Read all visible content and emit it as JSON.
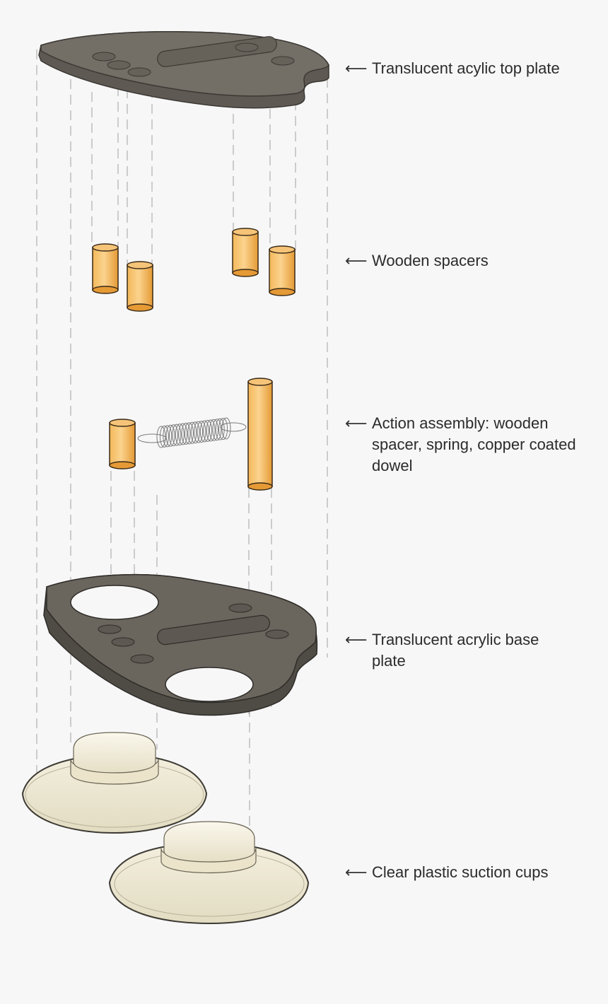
{
  "labels": [
    {
      "id": "top-plate",
      "arrow": "⟵",
      "text": "Translucent acylic top plate"
    },
    {
      "id": "spacers",
      "arrow": "⟵",
      "text": "Wooden spacers"
    },
    {
      "id": "action",
      "arrow": "⟵",
      "text": "Action assembly: wooden spacer, spring, copper coated dowel"
    },
    {
      "id": "base-plate",
      "arrow": "⟵",
      "text": "Translucent acrylic base plate"
    },
    {
      "id": "suction",
      "arrow": "⟵",
      "text": "Clear plastic suction cups"
    }
  ],
  "colors": {
    "background": "#f7f7f8",
    "plate": "#6b675f",
    "plate_dark": "#4e4a44",
    "wood_light": "#f6c97a",
    "wood_dark": "#e9a43f",
    "suction": "#ece6cf",
    "guide": "#9a9a9a"
  }
}
